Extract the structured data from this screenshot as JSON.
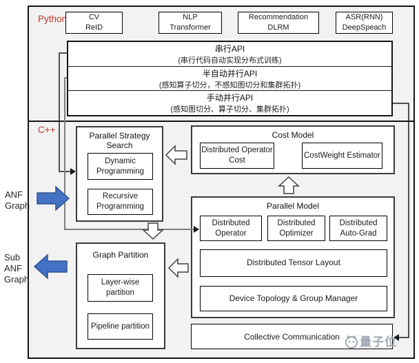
{
  "colors": {
    "accent_blue": "#4472c4",
    "accent_blue_border": "#2f528f",
    "section_label_red": "#c0392b",
    "frame_background": "#f2f2f2",
    "watermark_gray": "#99a1aa"
  },
  "python_section": {
    "label": "Python",
    "apps": [
      {
        "line1": "CV",
        "line2": "ReID"
      },
      {
        "line1": "NLP",
        "line2": "Transformer"
      },
      {
        "line1": "Recommendation",
        "line2": "DLRM"
      },
      {
        "line1": "ASR(RNN)",
        "line2": "DeepSpeach"
      }
    ],
    "api_layers": [
      {
        "title": "串行API",
        "subtitle": "(串行代码自动实现分布式训练)"
      },
      {
        "title": "半自动并行API",
        "subtitle": "(感知算子切分，不感知图切分和集群拓扑)"
      },
      {
        "title": "手动并行API",
        "subtitle": "(感知图切分、算子切分、集群拓扑)"
      }
    ]
  },
  "cpp_section": {
    "label": "C++",
    "parallel_strategy_search": {
      "title": "Parallel Strategy Search",
      "sub1": "Dynamic Programming",
      "sub2": "Recursive Programming"
    },
    "cost_model": {
      "title": "Cost Model",
      "sub1": "Distributed Operator Cost",
      "sub2": "CostWeight Estimator"
    },
    "parallel_model": {
      "title": "Parallel Model",
      "sub1": "Distributed Operator",
      "sub2": "Distributed Optimizer",
      "sub3": "Distributed Auto-Grad",
      "sub4": "Distributed Tensor Layout",
      "sub5": "Device Topology & Group Manager"
    },
    "graph_partition": {
      "title": "Graph Partition",
      "sub1": "Layer-wise partition",
      "sub2": "Pipeline partition"
    },
    "collective_communication": "Collective Communication"
  },
  "io_labels": {
    "input": "ANF Graph",
    "output": "Sub ANF Graph"
  },
  "watermark": "量子位"
}
